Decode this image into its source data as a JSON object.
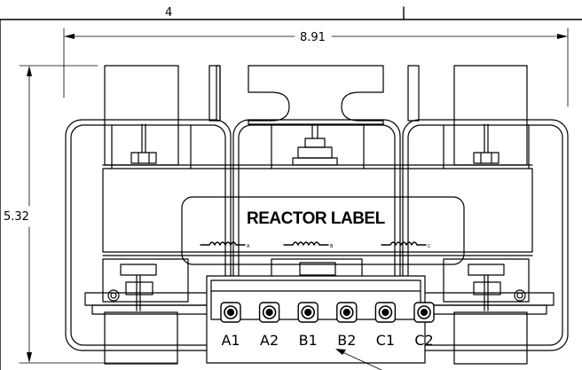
{
  "dimensions": {
    "top_left": "4",
    "width": "8.91",
    "height": "5.32"
  },
  "label": {
    "title": "REACTOR LABEL",
    "coil_marks": [
      "A",
      "B",
      "C"
    ]
  },
  "terminals": [
    "A1",
    "A2",
    "B1",
    "B2",
    "C1",
    "C2"
  ]
}
